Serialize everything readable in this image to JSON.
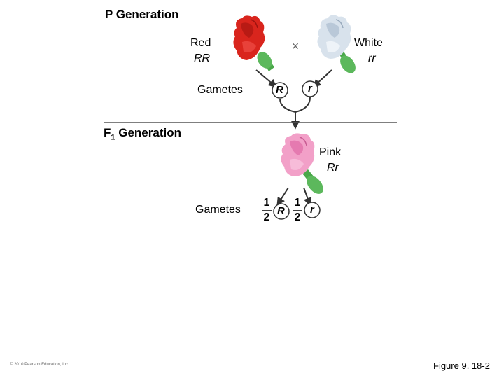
{
  "p_generation": {
    "title": "P Generation",
    "red_parent": {
      "phenotype": "Red",
      "genotype": "RR"
    },
    "white_parent": {
      "phenotype": "White",
      "genotype": "rr"
    },
    "cross_symbol": "×",
    "gametes_label": "Gametes",
    "gamete_alleles": [
      "R",
      "r"
    ]
  },
  "f1_generation": {
    "title_main": "F",
    "title_sub": "1",
    "title_rest": " Generation",
    "offspring": {
      "phenotype": "Pink",
      "genotype": "Rr"
    },
    "gametes_label": "Gametes",
    "gametes": [
      {
        "numerator": "1",
        "denominator": "2",
        "allele": "R"
      },
      {
        "numerator": "1",
        "denominator": "2",
        "allele": "r"
      }
    ]
  },
  "footer": {
    "copyright": "© 2010 Pearson Education, Inc.",
    "figure_label": "Figure 9. 18-2"
  },
  "colors": {
    "red_flower": "#d9251d",
    "white_flower": "#d8e2ec",
    "pink_flower": "#f2a0c8",
    "stem_green": "#4aa84a",
    "divider": "#555555"
  }
}
